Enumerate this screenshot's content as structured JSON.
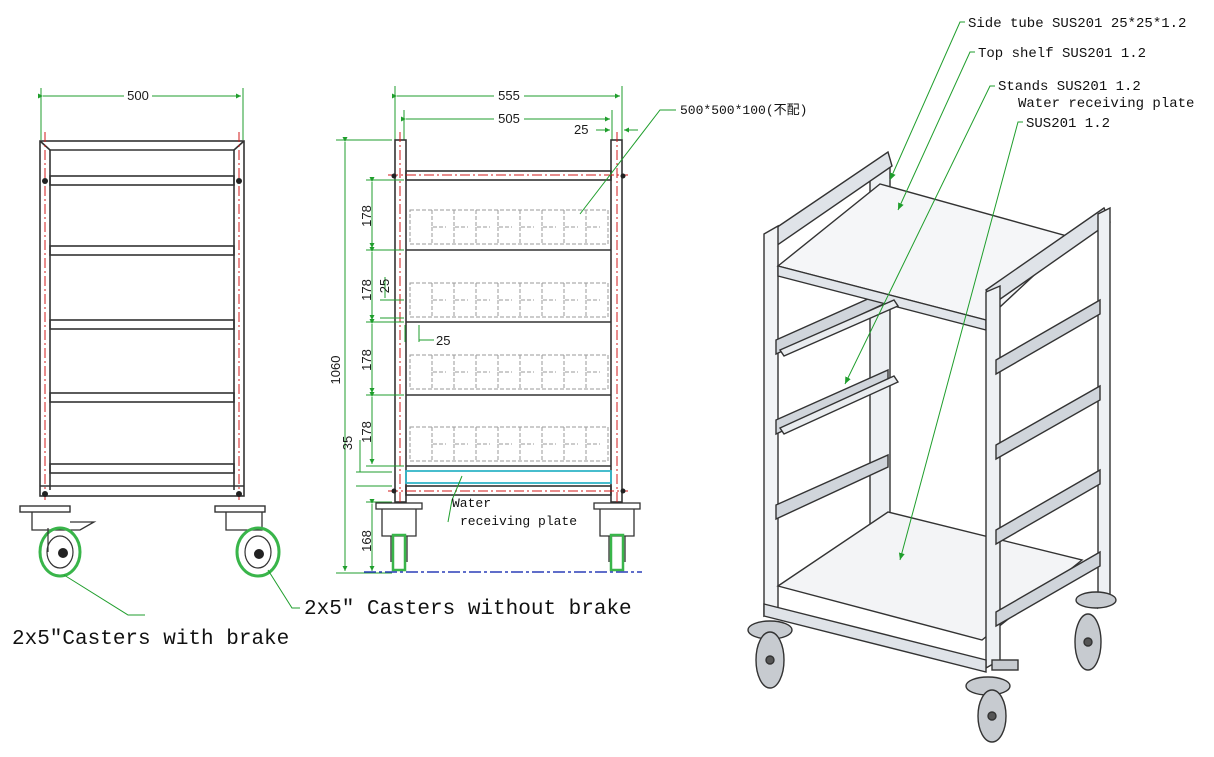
{
  "front_view": {
    "width_dim": "500"
  },
  "side_view": {
    "overall_width": "555",
    "inner_width": "505",
    "tube_width": "25",
    "tray_note": "500*500*100(不配)",
    "shelf_pitch_1": "178",
    "shelf_pitch_2": "178",
    "shelf_pitch_3": "178",
    "shelf_pitch_4": "178",
    "stand_height": "25",
    "stand_width": "25",
    "total_height": "1060",
    "plate_offset": "35",
    "caster_height": "168",
    "plate_label_line1": "Water",
    "plate_label_line2": "receiving plate"
  },
  "callouts": {
    "brake_casters": "2x5″Casters with  brake",
    "nobrake_casters": "2x5″ Casters without brake",
    "side_tube": "Side tube SUS201 25*25*1.2",
    "top_shelf": "Top shelf SUS201 1.2",
    "stands": "Stands SUS201 1.2",
    "water_plate_line1": "Water receiving plate",
    "water_plate_line2": "SUS201 1.2"
  },
  "colors": {
    "frame": "#333333",
    "centerline": "#d11a1a",
    "leader": "#1f9e2c",
    "caster_tire": "#39b54a",
    "plate_highlight": "#33b6c8",
    "floor": "#2c3fb8"
  }
}
